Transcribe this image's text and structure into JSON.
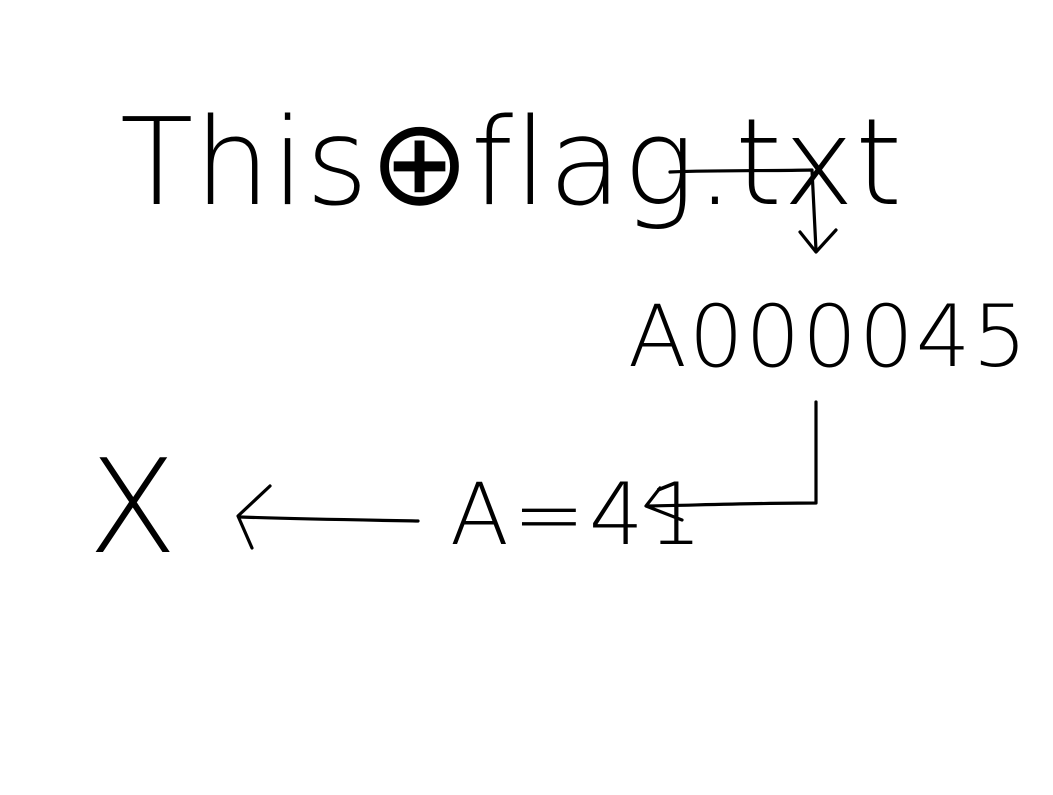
{
  "diagram": {
    "ink_color": "#000000",
    "background": "#ffffff",
    "nodes": {
      "source": "This⊕flag.txt",
      "hex": "A000045",
      "equation": "A=41",
      "result": "X"
    },
    "arrows": [
      {
        "from": "source",
        "to": "hex"
      },
      {
        "from": "hex",
        "to": "equation"
      },
      {
        "from": "equation",
        "to": "result"
      }
    ]
  }
}
